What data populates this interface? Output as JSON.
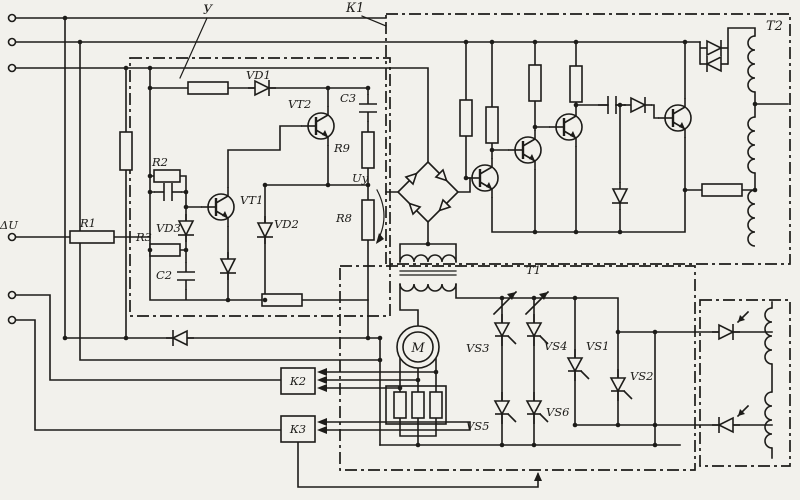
{
  "colors": {
    "paper": "#f2f1ec",
    "ink": "#1d1c19"
  },
  "labels": {
    "amp_block": "У",
    "k1_block": "К1",
    "t2_block": "Т2",
    "delta_u": "ΔU",
    "r1": "R1",
    "r2": "R2",
    "r3": "R3",
    "r8": "R8",
    "r9": "R9",
    "c2": "C2",
    "c3": "C3",
    "vd1": "VD1",
    "vd2": "VD2",
    "vd3": "VD3",
    "vt1": "VT1",
    "vt2": "VT2",
    "uy": "Uy",
    "t1": "Т1",
    "motor": "М",
    "k2": "К2",
    "k3": "К3",
    "vs1": "VS1",
    "vs2": "VS2",
    "vs3": "VS3",
    "vs4": "VS4",
    "vs5": "VS5",
    "vs6": "VS6"
  }
}
